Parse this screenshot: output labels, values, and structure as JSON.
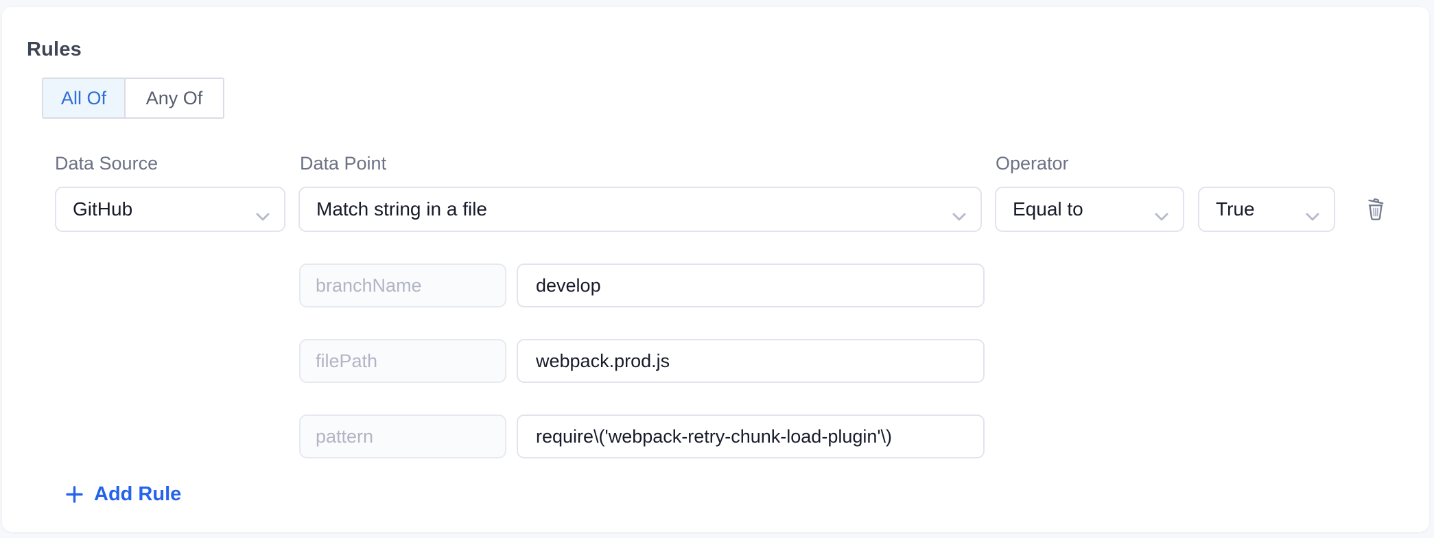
{
  "section": {
    "title": "Rules"
  },
  "match_mode": {
    "options": [
      {
        "label": "All Of",
        "selected": true
      },
      {
        "label": "Any Of",
        "selected": false
      }
    ]
  },
  "rule": {
    "data_source": {
      "label": "Data Source",
      "value": "GitHub"
    },
    "data_point": {
      "label": "Data Point",
      "value": "Match string in a file"
    },
    "operator": {
      "label": "Operator",
      "value": "Equal to",
      "operand_value": "True"
    },
    "params": [
      {
        "name": "branchName",
        "value": "develop"
      },
      {
        "name": "filePath",
        "value": "webpack.prod.js"
      },
      {
        "name": "pattern",
        "value": "require\\('webpack-retry-chunk-load-plugin'\\)"
      }
    ]
  },
  "actions": {
    "add_rule_label": "Add Rule"
  },
  "icons": {
    "delete": "trash-icon",
    "dropdown": "chevron-down-icon",
    "add": "plus-icon"
  },
  "colors": {
    "page_bg": "#f6f8fb",
    "card_bg": "#ffffff",
    "accent_blue": "#2563eb",
    "selected_segment_bg": "#edf6fc",
    "selected_segment_text": "#2d6bd9",
    "border_gray": "#e1e4ed",
    "label_gray": "#6b7284",
    "muted_param_text": "#b1b5c4",
    "icon_gray": "#747b90"
  }
}
